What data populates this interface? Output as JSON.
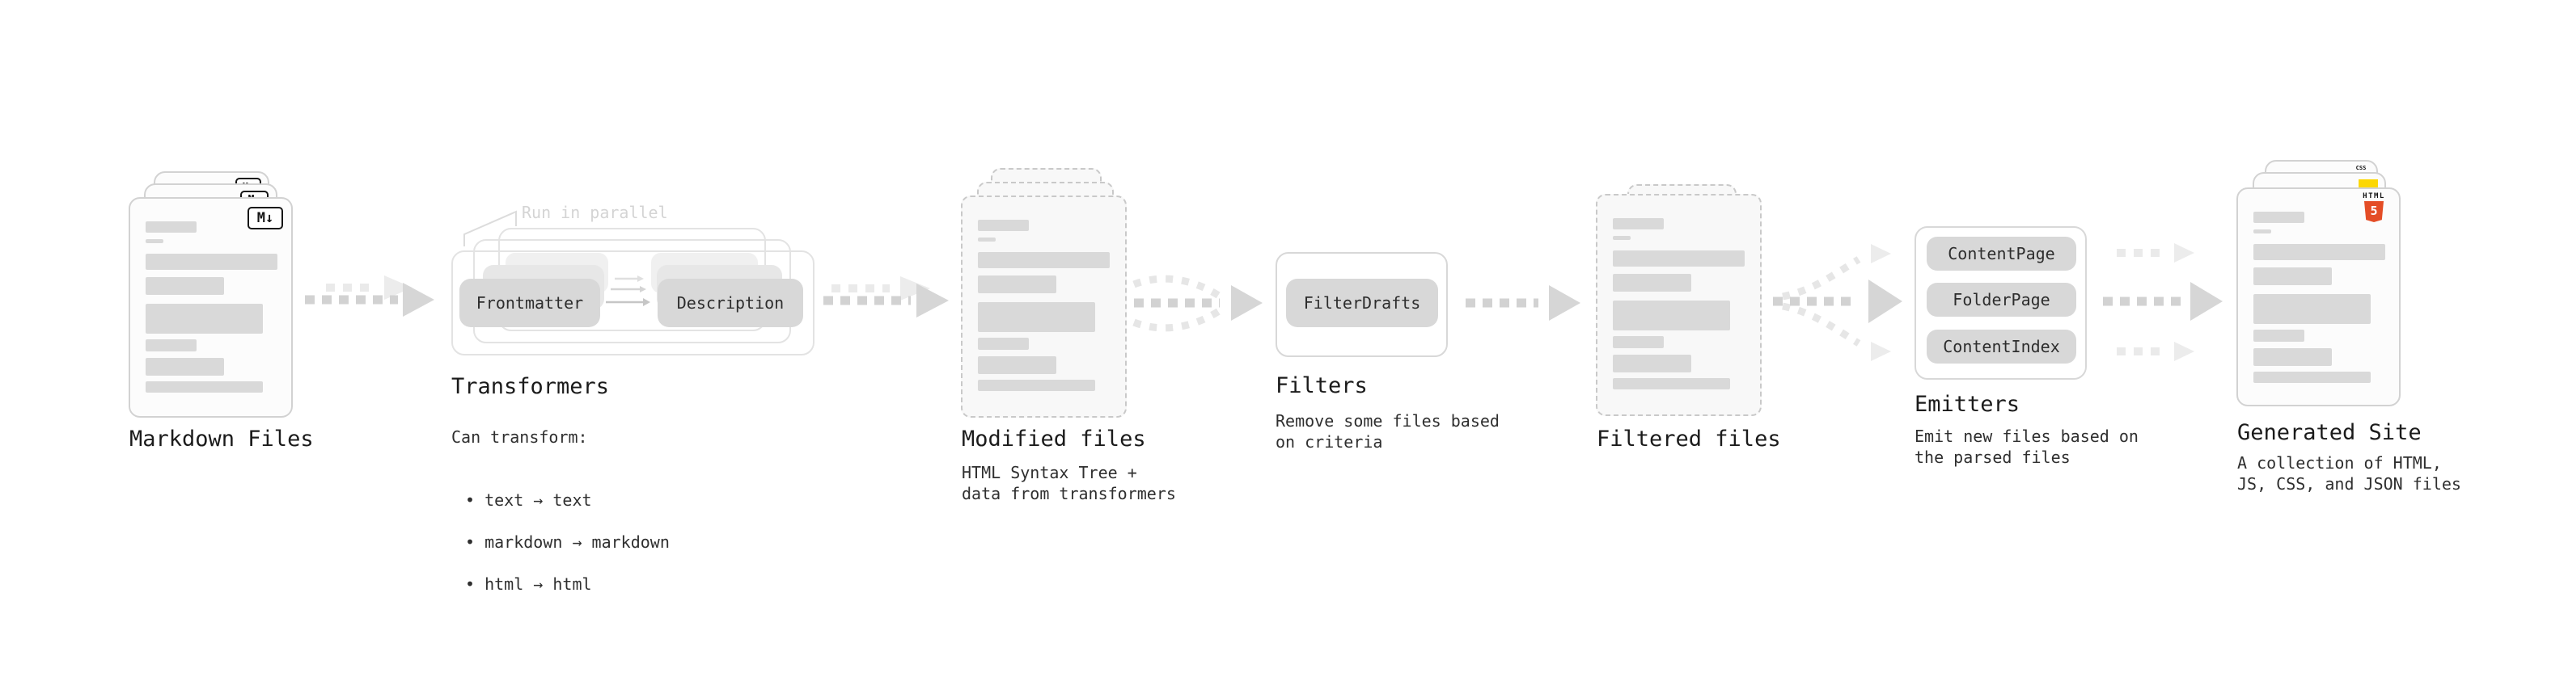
{
  "stages": {
    "markdown": {
      "title": "Markdown Files"
    },
    "transformers": {
      "title": "Transformers",
      "note": "Run in parallel",
      "source_pill": "Frontmatter",
      "target_pill": "Description",
      "desc_heading": "Can transform:",
      "bullets": [
        "• text → text",
        "• markdown → markdown",
        "• html → html"
      ]
    },
    "modified": {
      "title": "Modified files",
      "desc": "HTML Syntax Tree +\ndata from transformers"
    },
    "filters": {
      "title": "Filters",
      "pill": "FilterDrafts",
      "desc": "Remove some files based\non criteria"
    },
    "filtered": {
      "title": "Filtered files"
    },
    "emitters": {
      "title": "Emitters",
      "pills": [
        "ContentPage",
        "FolderPage",
        "ContentIndex"
      ],
      "desc": "Emit new files based on\nthe parsed files"
    },
    "generated": {
      "title": "Generated Site",
      "desc": "A collection of HTML,\nJS, CSS, and JSON files"
    }
  },
  "icons": {
    "markdown_label": "M↓",
    "html5_label": "HTML",
    "html5_digit": "5",
    "css_label": "CSS"
  },
  "colors": {
    "html5_orange": "#e44d26",
    "js_yellow": "#fcd703",
    "css_blue": "#2965f1",
    "placeholder_gray": "#d9d9d9"
  }
}
